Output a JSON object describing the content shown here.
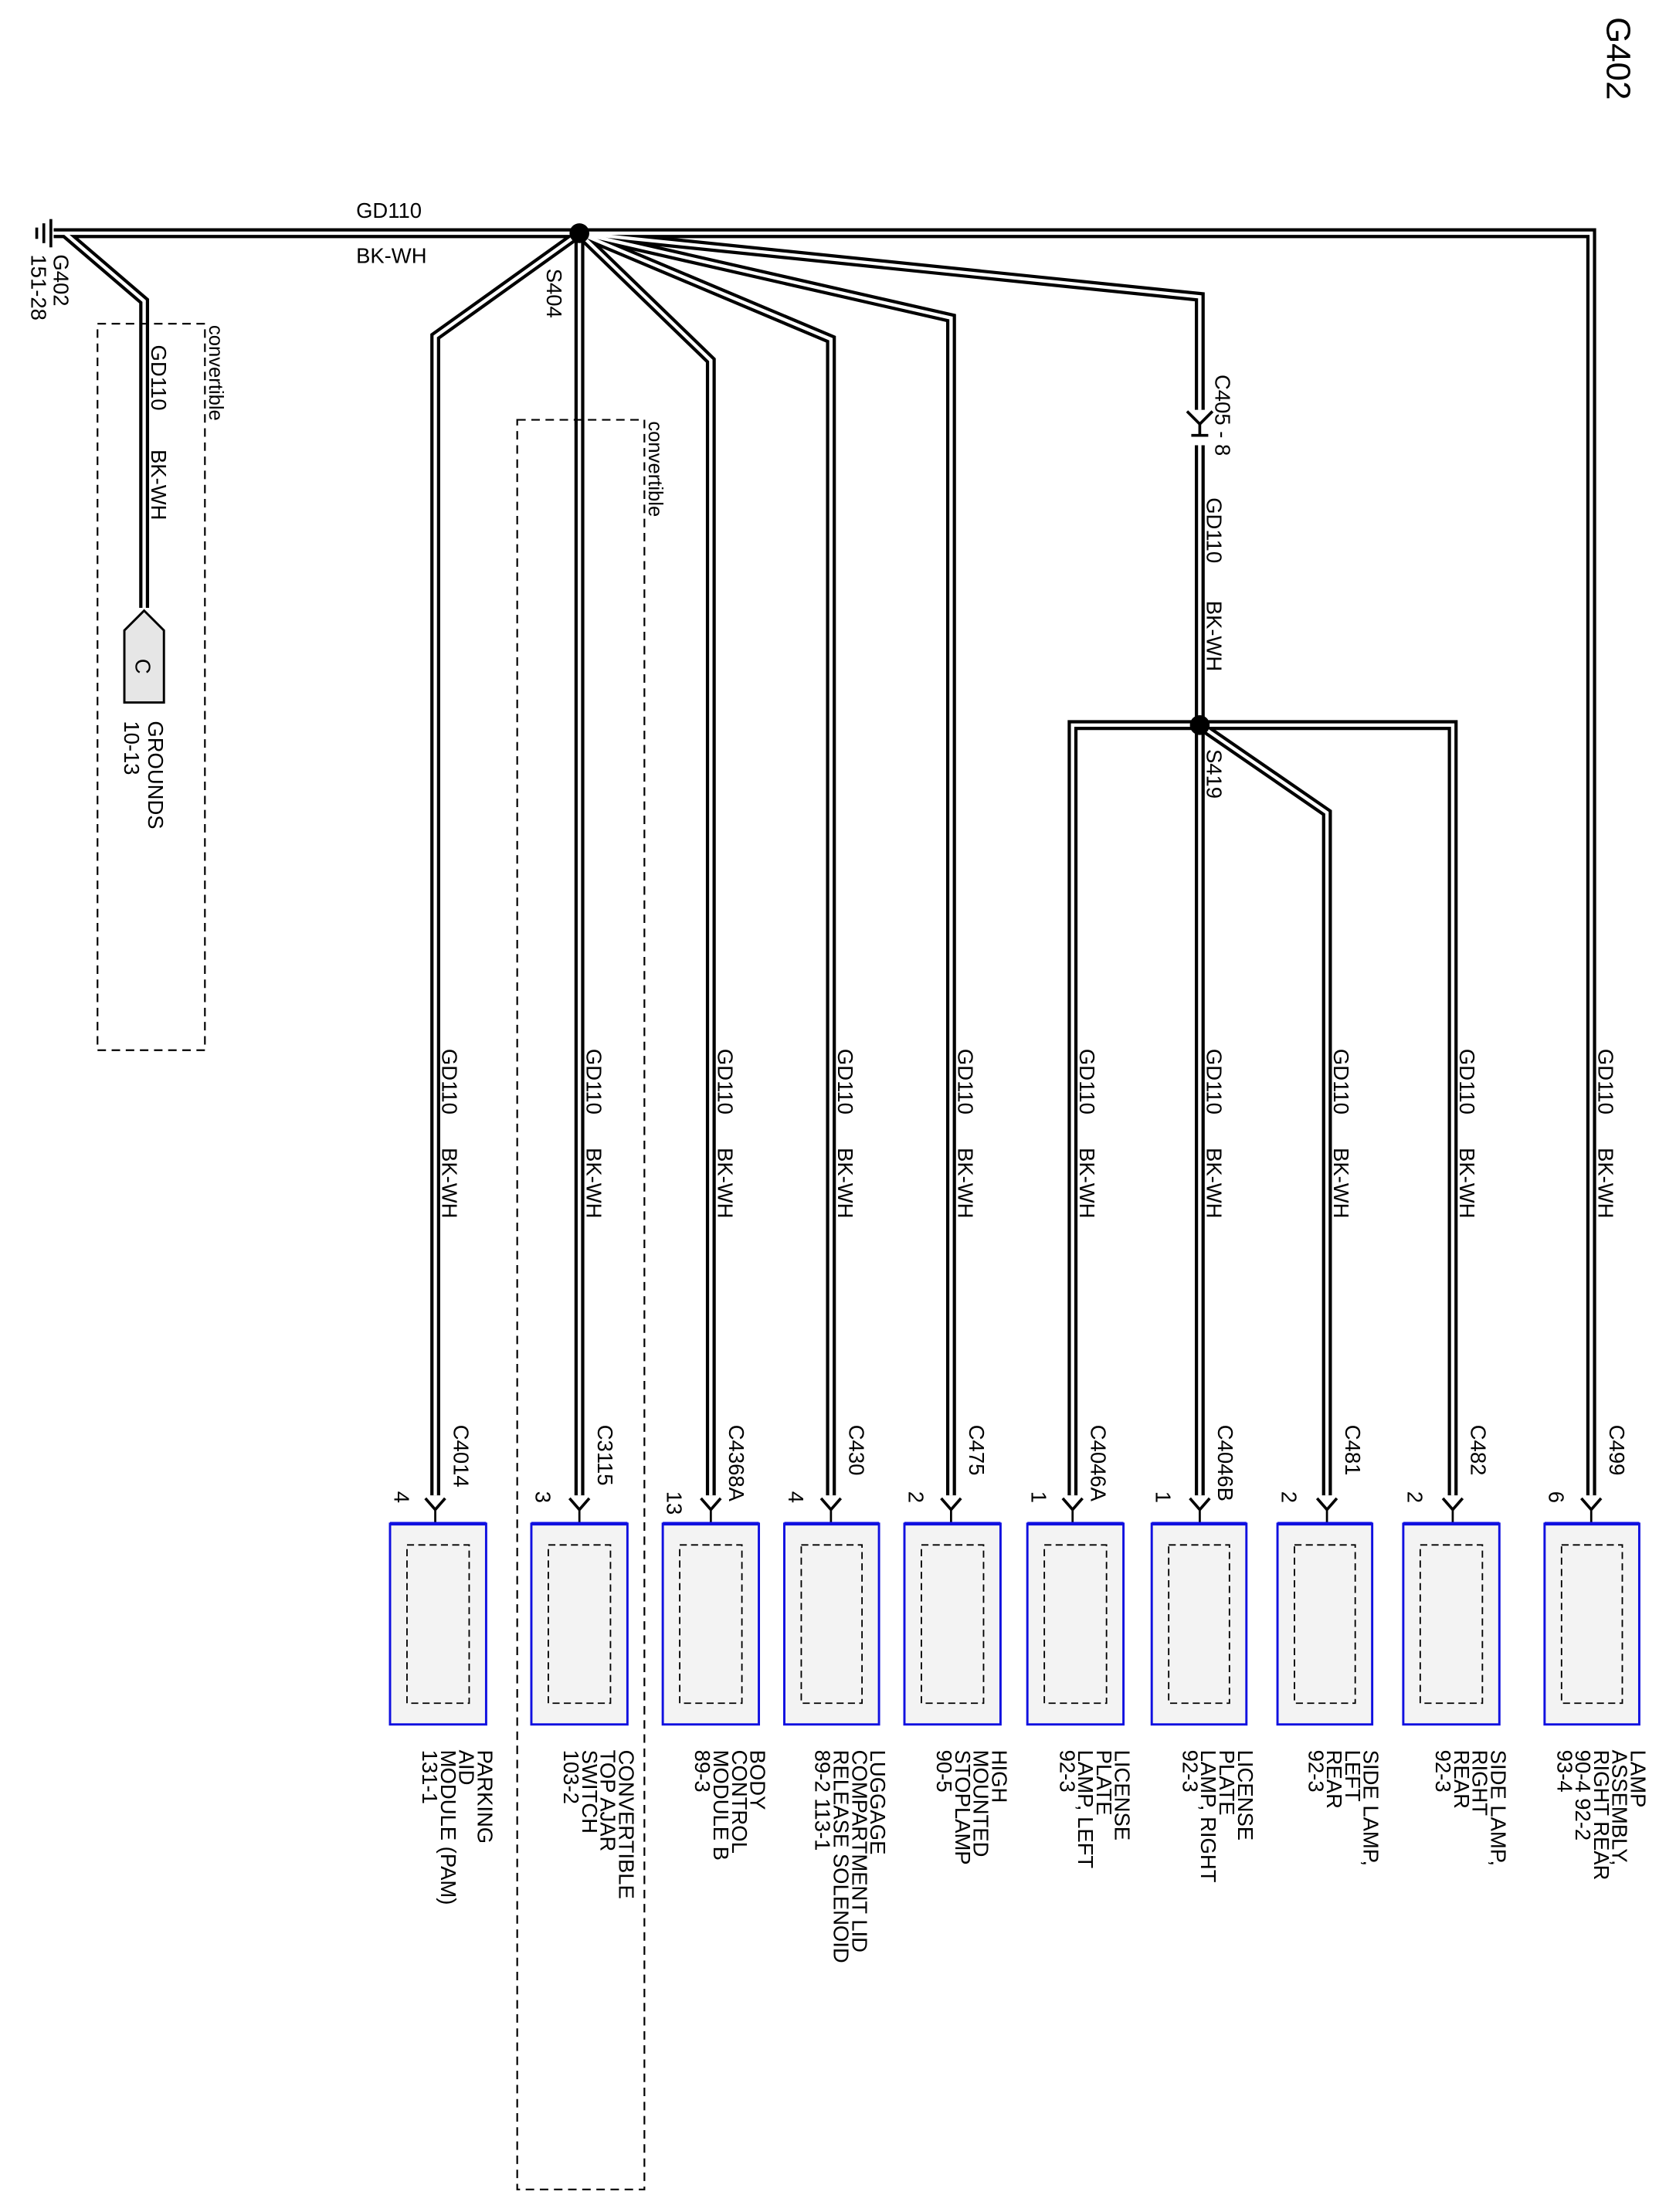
{
  "diagram": {
    "title": "G402",
    "ground": {
      "name": "G402",
      "ref": "151-28"
    },
    "main_wire": {
      "circuit": "GD110",
      "color": "BK-WH"
    },
    "splices": {
      "s404": "S404",
      "s419": "S419"
    },
    "inline_connector": {
      "name": "C405 - 8"
    },
    "grounds_ref": {
      "symbol": "C",
      "label": "GROUNDS",
      "ref": "10-13"
    },
    "option_label": "convertible",
    "branch_wire": {
      "circuit": "GD110",
      "color": "BK-WH"
    },
    "components": [
      {
        "connector": "C4014",
        "pin": "4",
        "lines": [
          "PARKING",
          "AID",
          "MODULE (PAM)",
          "131-1"
        ]
      },
      {
        "connector": "C3115",
        "pin": "3",
        "lines": [
          "CONVERTIBLE",
          "TOP AJAR",
          "SWITCH",
          "103-2"
        ]
      },
      {
        "connector": "C4368A",
        "pin": "13",
        "lines": [
          "BODY",
          "CONTROL",
          "MODULE B",
          "89-3"
        ]
      },
      {
        "connector": "C430",
        "pin": "4",
        "lines": [
          "LUGGAGE",
          "COMPARTMENT LID",
          "RELEASE SOLENOID",
          "89-2    113-1"
        ]
      },
      {
        "connector": "C475",
        "pin": "2",
        "lines": [
          "HIGH",
          "MOUNTED",
          "STOPLAMP",
          "90-5"
        ]
      },
      {
        "connector": "C4046A",
        "pin": "1",
        "lines": [
          "LICENSE",
          "PLATE",
          "LAMP, LEFT",
          "92-3"
        ]
      },
      {
        "connector": "C4046B",
        "pin": "1",
        "lines": [
          "LICENSE",
          "PLATE",
          "LAMP, RIGHT",
          "92-3"
        ]
      },
      {
        "connector": "C481",
        "pin": "2",
        "lines": [
          "SIDE LAMP,",
          "LEFT",
          "REAR",
          "92-3"
        ]
      },
      {
        "connector": "C482",
        "pin": "2",
        "lines": [
          "SIDE LAMP,",
          "RIGHT",
          "REAR",
          "92-3"
        ]
      },
      {
        "connector": "C499",
        "pin": "6",
        "lines": [
          "LAMP",
          "ASSEMBLY,",
          "RIGHT REAR",
          "90-4    92-2",
          "93-4"
        ]
      }
    ]
  }
}
